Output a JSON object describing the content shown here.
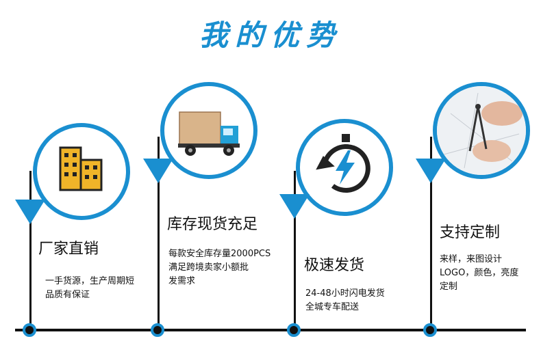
{
  "title": "我的优势",
  "colors": {
    "accent": "#1a8fd0",
    "line": "#111111",
    "building": "#f0b429"
  },
  "icons": [
    "factory-building-icon",
    "delivery-truck-icon",
    "fast-lightning-icon",
    "design-drawing-icon"
  ],
  "cards": [
    {
      "heading": "厂家直销",
      "lines": [
        "一手货源，生产周期短",
        "品质有保证"
      ]
    },
    {
      "heading": "库存现货充足",
      "lines": [
        "每款安全库存量2000PCS",
        "满足跨境卖家小额批",
        "发需求"
      ]
    },
    {
      "heading": "极速发货",
      "lines": [
        "24-48小时闪电发货",
        "全城专车配送"
      ]
    },
    {
      "heading": "支持定制",
      "lines": [
        "来样，来图设计",
        "LOGO，颜色，亮度",
        "定制"
      ]
    }
  ]
}
